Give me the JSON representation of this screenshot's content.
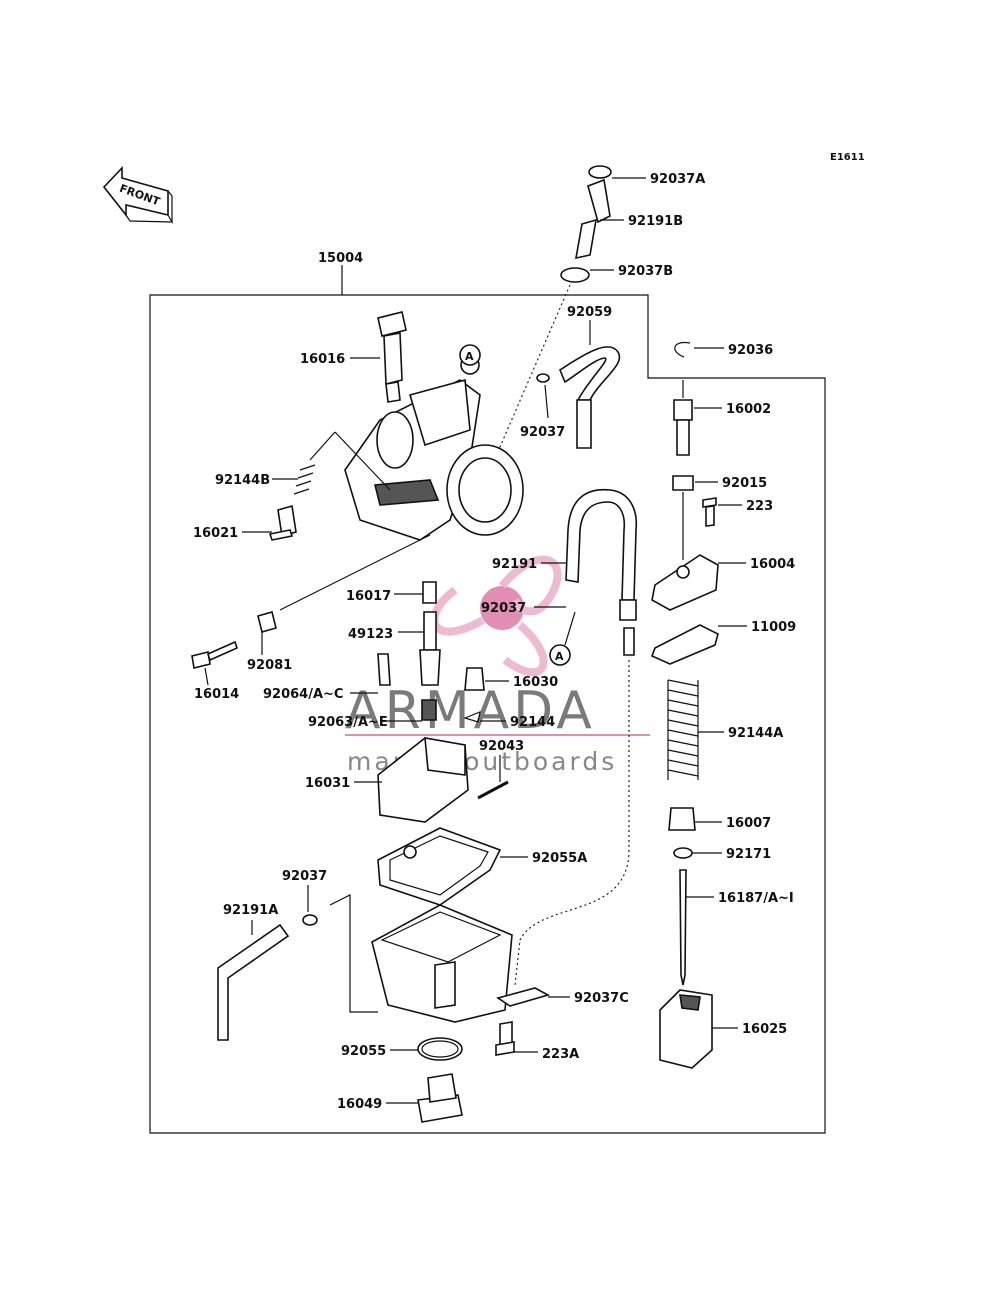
{
  "diagram_code": "E1611",
  "front_label": "FRONT",
  "callout_marker": "A",
  "watermark": {
    "brand": "ARMADA",
    "tagline": "marine outboards",
    "brand_color": "#d9699b"
  },
  "parts": [
    {
      "id": "p-92037A",
      "label": "92037A"
    },
    {
      "id": "p-92191B",
      "label": "92191B"
    },
    {
      "id": "p-92037B",
      "label": "92037B"
    },
    {
      "id": "p-15004",
      "label": "15004"
    },
    {
      "id": "p-92059",
      "label": "92059"
    },
    {
      "id": "p-92036",
      "label": "92036"
    },
    {
      "id": "p-16016",
      "label": "16016"
    },
    {
      "id": "p-16002",
      "label": "16002"
    },
    {
      "id": "p-92037-top",
      "label": "92037"
    },
    {
      "id": "p-92015",
      "label": "92015"
    },
    {
      "id": "p-92144B",
      "label": "92144B"
    },
    {
      "id": "p-223",
      "label": "223"
    },
    {
      "id": "p-16021",
      "label": "16021"
    },
    {
      "id": "p-92191",
      "label": "92191"
    },
    {
      "id": "p-16004",
      "label": "16004"
    },
    {
      "id": "p-16017",
      "label": "16017"
    },
    {
      "id": "p-92037-mid",
      "label": "92037"
    },
    {
      "id": "p-11009",
      "label": "11009"
    },
    {
      "id": "p-49123",
      "label": "49123"
    },
    {
      "id": "p-92081",
      "label": "92081"
    },
    {
      "id": "p-16014",
      "label": "16014"
    },
    {
      "id": "p-92064",
      "label": "92064/A~C"
    },
    {
      "id": "p-16030",
      "label": "16030"
    },
    {
      "id": "p-92063",
      "label": "92063/A~E"
    },
    {
      "id": "p-92144",
      "label": "92144"
    },
    {
      "id": "p-92144A",
      "label": "92144A"
    },
    {
      "id": "p-92043",
      "label": "92043"
    },
    {
      "id": "p-16031",
      "label": "16031"
    },
    {
      "id": "p-16007",
      "label": "16007"
    },
    {
      "id": "p-92171",
      "label": "92171"
    },
    {
      "id": "p-92055A",
      "label": "92055A"
    },
    {
      "id": "p-92037-low",
      "label": "92037"
    },
    {
      "id": "p-16187",
      "label": "16187/A~I"
    },
    {
      "id": "p-92191A",
      "label": "92191A"
    },
    {
      "id": "p-92037C",
      "label": "92037C"
    },
    {
      "id": "p-16025",
      "label": "16025"
    },
    {
      "id": "p-92055",
      "label": "92055"
    },
    {
      "id": "p-223A",
      "label": "223A"
    },
    {
      "id": "p-16049",
      "label": "16049"
    }
  ]
}
